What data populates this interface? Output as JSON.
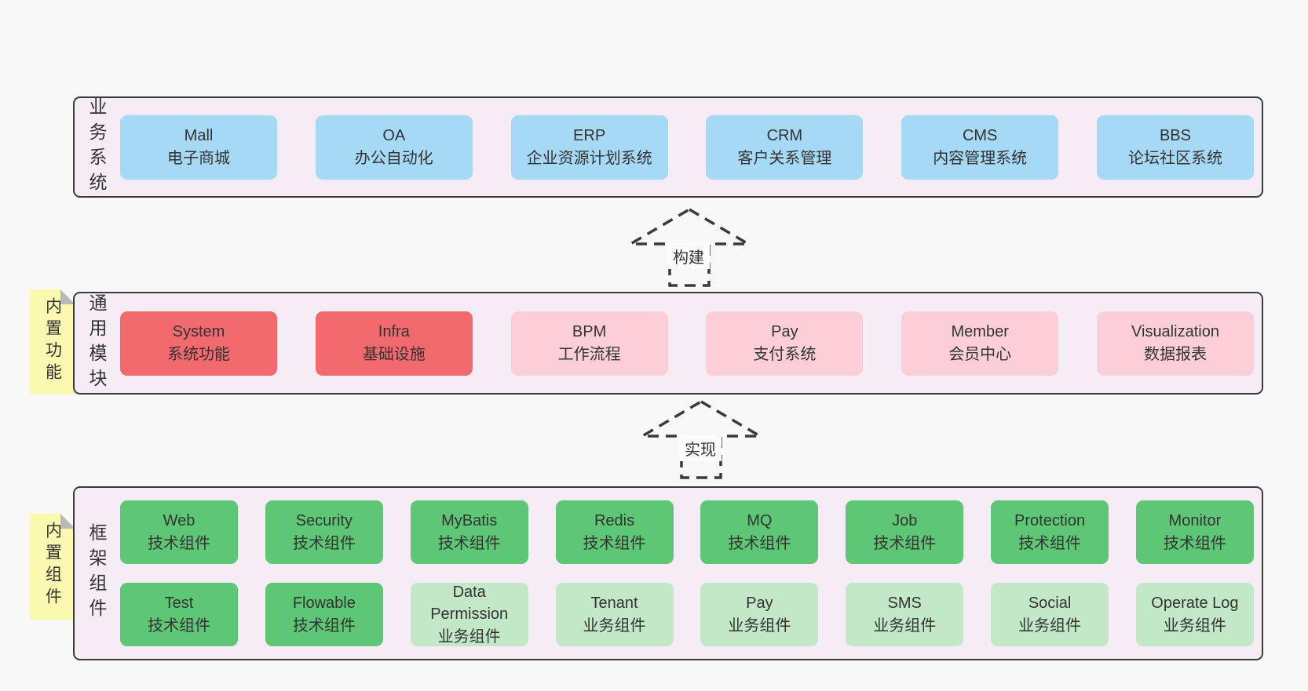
{
  "palette": {
    "background": "#f8f8f8",
    "container_fill": "#f6ecf5",
    "container_border": "#3a3a3a",
    "blue": "#a6d9f6",
    "red": "#f2696e",
    "pink": "#fccfd8",
    "green": "#5dc776",
    "green_light": "#c2e8c8",
    "note_yellow": "#fbf9b0",
    "note_fold": "#b9b9b9",
    "text": "#333333"
  },
  "notes": {
    "builtin_features": {
      "label": "内置功能"
    },
    "builtin_components": {
      "label": "内置组件"
    }
  },
  "arrows": {
    "build": {
      "label": "构建"
    },
    "implement": {
      "label": "实现"
    }
  },
  "bands": {
    "business": {
      "title": "业务系统",
      "boxes": [
        {
          "title": "Mall",
          "subtitle": "电子商城",
          "variant": "blue"
        },
        {
          "title": "OA",
          "subtitle": "办公自动化",
          "variant": "blue"
        },
        {
          "title": "ERP",
          "subtitle": "企业资源计划系统",
          "variant": "blue"
        },
        {
          "title": "CRM",
          "subtitle": "客户关系管理",
          "variant": "blue"
        },
        {
          "title": "CMS",
          "subtitle": "内容管理系统",
          "variant": "blue"
        },
        {
          "title": "BBS",
          "subtitle": "论坛社区系统",
          "variant": "blue"
        }
      ]
    },
    "common": {
      "title": "通用模块",
      "boxes": [
        {
          "title": "System",
          "subtitle": "系统功能",
          "variant": "red"
        },
        {
          "title": "Infra",
          "subtitle": "基础设施",
          "variant": "red"
        },
        {
          "title": "BPM",
          "subtitle": "工作流程",
          "variant": "pink"
        },
        {
          "title": "Pay",
          "subtitle": "支付系统",
          "variant": "pink"
        },
        {
          "title": "Member",
          "subtitle": "会员中心",
          "variant": "pink"
        },
        {
          "title": "Visualization",
          "subtitle": "数据报表",
          "variant": "pink"
        }
      ]
    },
    "framework": {
      "title": "框架组件",
      "rows": [
        [
          {
            "title": "Web",
            "subtitle": "技术组件",
            "variant": "green"
          },
          {
            "title": "Security",
            "subtitle": "技术组件",
            "variant": "green"
          },
          {
            "title": "MyBatis",
            "subtitle": "技术组件",
            "variant": "green"
          },
          {
            "title": "Redis",
            "subtitle": "技术组件",
            "variant": "green"
          },
          {
            "title": "MQ",
            "subtitle": "技术组件",
            "variant": "green"
          },
          {
            "title": "Job",
            "subtitle": "技术组件",
            "variant": "green"
          },
          {
            "title": "Protection",
            "subtitle": "技术组件",
            "variant": "green"
          },
          {
            "title": "Monitor",
            "subtitle": "技术组件",
            "variant": "green"
          }
        ],
        [
          {
            "title": "Test",
            "subtitle": "技术组件",
            "variant": "green"
          },
          {
            "title": "Flowable",
            "subtitle": "技术组件",
            "variant": "green"
          },
          {
            "title": "Data Permission",
            "subtitle": "业务组件",
            "variant": "green-light"
          },
          {
            "title": "Tenant",
            "subtitle": "业务组件",
            "variant": "green-light"
          },
          {
            "title": "Pay",
            "subtitle": "业务组件",
            "variant": "green-light"
          },
          {
            "title": "SMS",
            "subtitle": "业务组件",
            "variant": "green-light"
          },
          {
            "title": "Social",
            "subtitle": "业务组件",
            "variant": "green-light"
          },
          {
            "title": "Operate Log",
            "subtitle": "业务组件",
            "variant": "green-light"
          }
        ]
      ]
    }
  }
}
